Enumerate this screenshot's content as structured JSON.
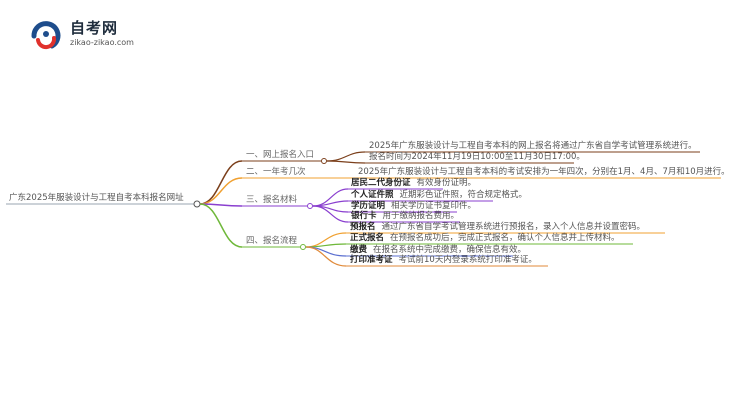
{
  "logo": {
    "name": "自考网",
    "url": "zikao-zikao.com"
  },
  "mindmap": {
    "root": "广东2025年服装设计与工程自考本科报名网址",
    "branches": [
      {
        "label": "一、网上报名入口",
        "color": "#7b3f1b",
        "leaves": [
          {
            "text": "2025年广东服装设计与工程自考本科的网上报名将通过广东省自学考试管理系统进行。"
          },
          {
            "text": "报名时间为2024年11月19日10:00至11月30日17:00。"
          }
        ]
      },
      {
        "label": "二、一年考几次",
        "color": "#f0a030",
        "leaves": [
          {
            "text": "2025年广东服装设计与工程自考本科的考试安排为一年四次，分别在1月、4月、7月和10月进行。"
          }
        ]
      },
      {
        "label": "三、报名材料",
        "color": "#8a3fcf",
        "leaves": [
          {
            "key": "居民二代身份证",
            "desc": "有效身份证明。"
          },
          {
            "key": "个人证件照",
            "desc": "近期彩色证件照，符合规定格式。"
          },
          {
            "key": "学历证明",
            "desc": "相关学历证书复印件。"
          },
          {
            "key": "银行卡",
            "desc": "用于缴纳报名费用。"
          }
        ]
      },
      {
        "label": "四、报名流程",
        "color": "#6fb83a",
        "leaves": [
          {
            "key": "预报名",
            "desc": "通过广东省自学考试管理系统进行预报名，录入个人信息并设置密码。"
          },
          {
            "key": "正式报名",
            "desc": "在预报名成功后，完成正式报名，确认个人信息并上传材料。"
          },
          {
            "key": "缴费",
            "desc": "在报名系统中完成缴费，确保信息有效。"
          },
          {
            "key": "打印准考证",
            "desc": "考试前10天内登录系统打印准考证。"
          }
        ]
      }
    ]
  }
}
